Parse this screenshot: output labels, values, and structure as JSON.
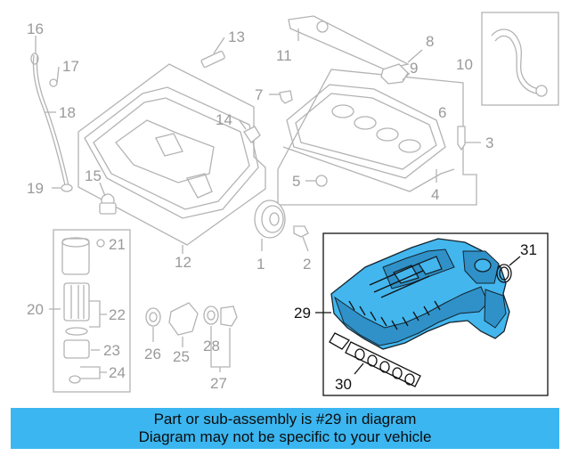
{
  "callouts": {
    "c1": "1",
    "c2": "2",
    "c3": "3",
    "c4": "4",
    "c5": "5",
    "c6": "6",
    "c7": "7",
    "c8": "8",
    "c9": "9",
    "c10": "10",
    "c11": "11",
    "c12": "12",
    "c13": "13",
    "c14": "14",
    "c15": "15",
    "c16": "16",
    "c17": "17",
    "c18": "18",
    "c19": "19",
    "c20": "20",
    "c21": "21",
    "c22": "22",
    "c23": "23",
    "c24": "24",
    "c25": "25",
    "c26": "26",
    "c27": "27",
    "c28": "28",
    "c29": "29",
    "c30": "30",
    "c31": "31"
  },
  "highlight": {
    "part_number": "29",
    "color": "#43b6ee"
  },
  "banner": {
    "line1": "Part or sub-assembly is #29 in diagram",
    "line2": "Diagram may not be specific to your vehicle",
    "background": "#3bb6f0"
  }
}
